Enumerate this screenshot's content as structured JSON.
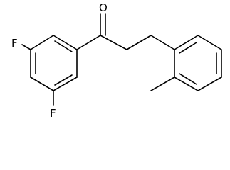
{
  "atoms": {
    "fluorine_top": "F",
    "fluorine_bottom": "F",
    "oxygen": "O"
  }
}
